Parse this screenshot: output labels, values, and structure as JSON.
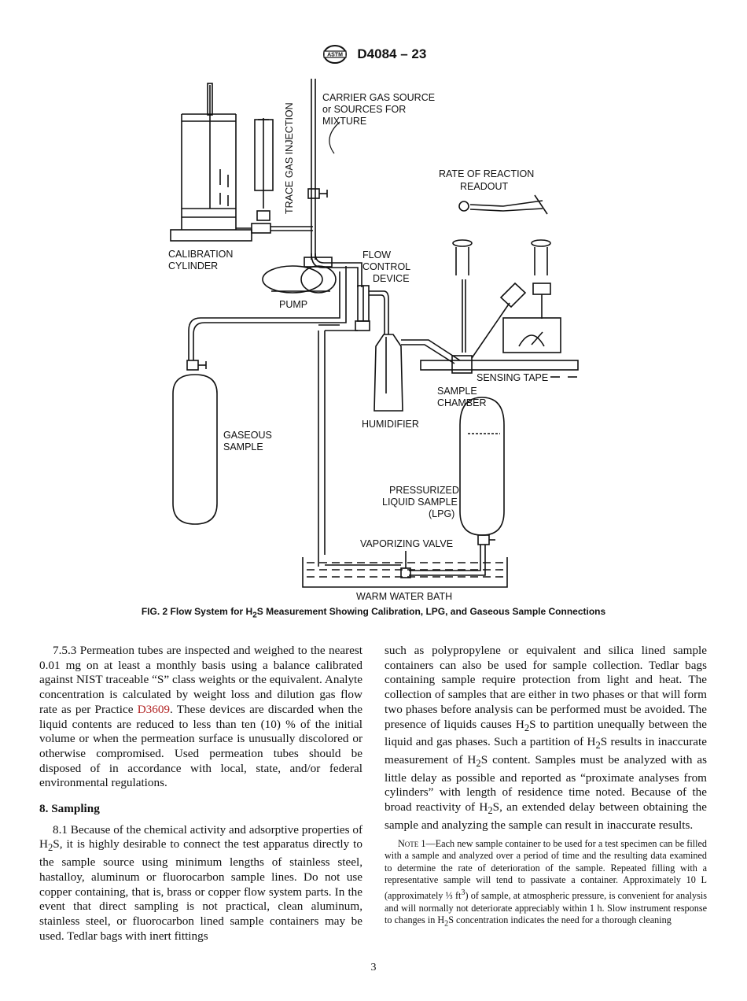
{
  "header": {
    "logo_text": "ASTM",
    "designation": "D4084 – 23"
  },
  "figure": {
    "labels": {
      "carrier_gas_1": "CARRIER GAS SOURCE",
      "carrier_gas_2": "or SOURCES FOR",
      "carrier_gas_3": "MIXTURE",
      "trace_gas": "TRACE GAS INJECTION",
      "rate_1": "RATE OF REACTION",
      "rate_2": "READOUT",
      "calibration_1": "CALIBRATION",
      "calibration_2": "CYLINDER",
      "flow_1": "FLOW",
      "flow_2": "CONTROL",
      "flow_3": "DEVICE",
      "pump": "PUMP",
      "sensing_tape": "SENSING TAPE",
      "sample_chamber_1": "SAMPLE",
      "sample_chamber_2": "CHAMBER",
      "gaseous_1": "GASEOUS",
      "gaseous_2": "SAMPLE",
      "humidifier": "HUMIDIFIER",
      "pressurized_1": "PRESSURIZED",
      "pressurized_2": "LIQUID SAMPLE",
      "pressurized_3": "(LPG)",
      "vaporizing_valve": "VAPORIZING VALVE",
      "warm_water_bath": "WARM WATER BATH"
    },
    "caption": {
      "prefix": "FIG. 2  Flow System for H",
      "sub": "2",
      "suffix": "S Measurement Showing Calibration, LPG, and Gaseous Sample Connections"
    }
  },
  "body": {
    "p_7_5_3": {
      "part1": "7.5.3 Permeation tubes are inspected and weighed to the nearest 0.01 mg on at least a monthly basis using a balance calibrated against NIST traceable “S” class weights or the equivalent. Analyte concentration is calculated by weight loss and dilution gas flow rate as per Practice ",
      "link": "D3609",
      "part2": ". These devices are discarded when the liquid contents are reduced to less than ten (10) % of the initial volume or when the permeation surface is unusually discolored or otherwise compromised. Used permeation tubes should be disposed of in accordance with local, state, and/or federal environmental regulations."
    },
    "section_8_heading": "8.  Sampling",
    "p_8_1": {
      "part1": "8.1 Because of the chemical activity and adsorptive properties of H",
      "sub1": "2",
      "part2": "S, it is highly desirable to connect the test apparatus directly to the sample source using minimum lengths of stainless steel, hastalloy, aluminum or fluorocarbon sample lines. Do not use copper containing, that is, brass or copper flow system parts. In the event that direct sampling is not practical, clean aluminum, stainless steel, or fluorocarbon lined sample containers may be used. Tedlar bags with inert fittings"
    },
    "p_right": {
      "part1": "such as polypropylene or equivalent and silica lined sample containers can also be used for sample collection. Tedlar bags containing sample require protection from light and heat. The collection of samples that are either in two phases or that will form two phases before analysis can be performed must be avoided. The presence of liquids causes H",
      "sub1": "2",
      "part2": "S to partition unequally between the liquid and gas phases. Such a partition of H",
      "sub2": "2",
      "part3": "S results in inaccurate measurement of H",
      "sub3": "2",
      "part4": "S content. Samples must be analyzed with as little delay as possible and reported as “proximate analyses from cylinders” with length of residence time noted. Because of the broad reactivity of H",
      "sub4": "2",
      "part5": "S, an extended delay between obtaining the sample and analyzing the sample can result in inaccurate results."
    },
    "note_1": {
      "label": "Note 1",
      "part1": "—Each new sample container to be used for a test specimen can be filled with a sample and analyzed over a period of time and the resulting data examined to determine the rate of deterioration of the sample. Repeated filling with a representative sample will tend to passivate a container. Approximately 10 L (approximately ⅓ ft",
      "sup": "3",
      "part2": ") of sample, at atmospheric pressure, is convenient for analysis and will normally not deteriorate appreciably within 1 h. Slow instrument response to changes in H",
      "sub": "2",
      "part3": "S concentration indicates the need for a thorough cleaning"
    }
  },
  "page_number": "3"
}
